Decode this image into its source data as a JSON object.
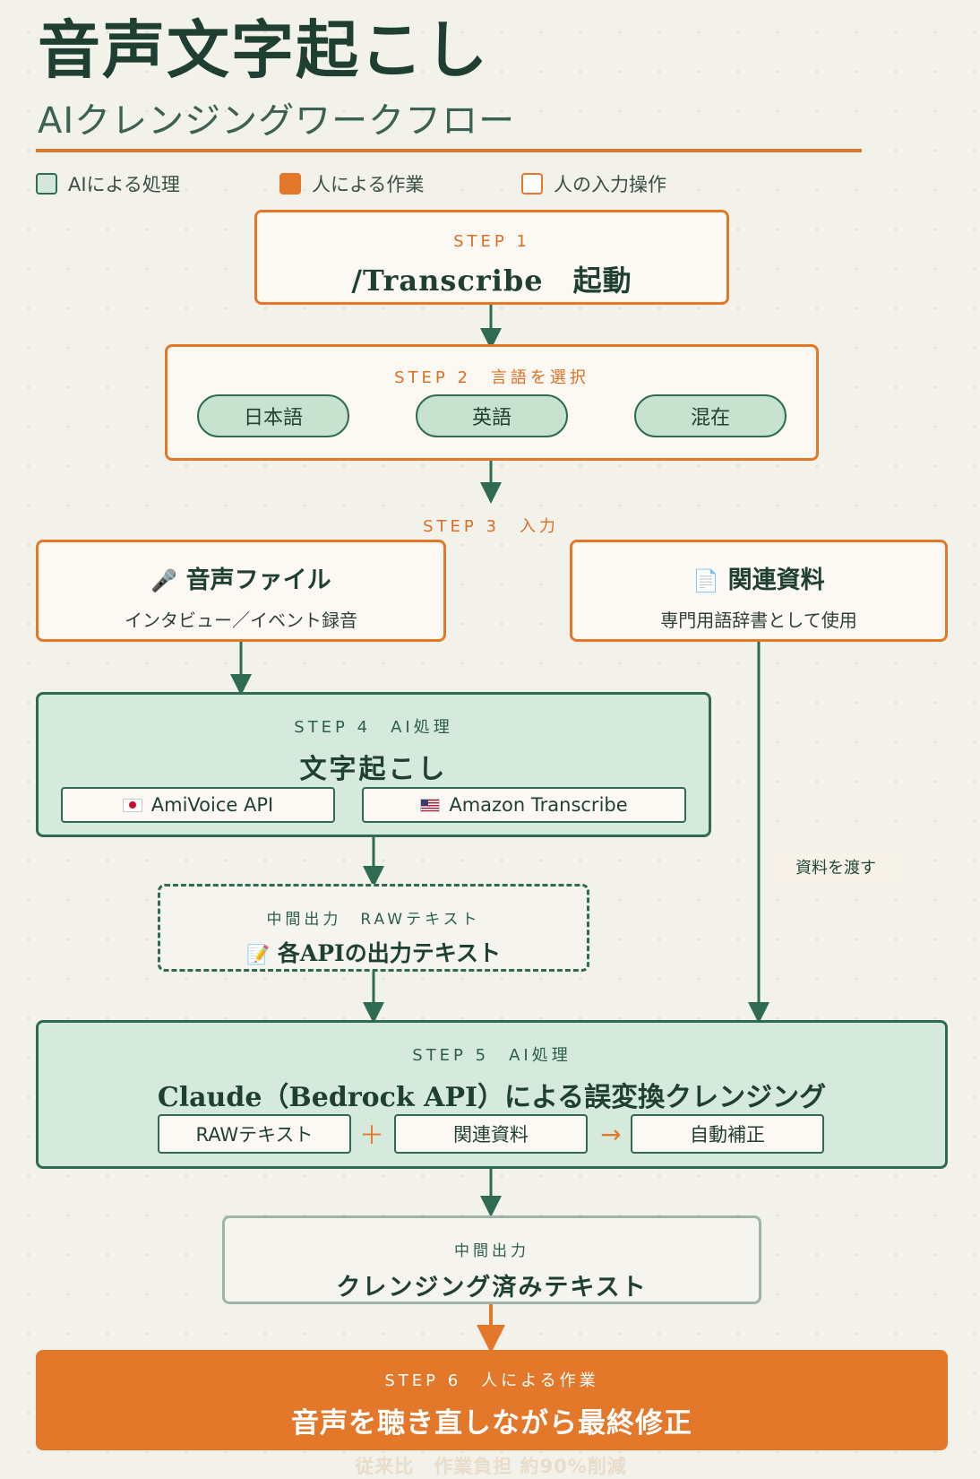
{
  "header": {
    "title": "音声文字起こし",
    "subtitle": "AIクレンジングワークフロー"
  },
  "legend": {
    "ai": "AIによる処理",
    "human": "人による作業",
    "input_op": "人の入力操作"
  },
  "colors": {
    "green": "#2f6b52",
    "orange": "#e3782b",
    "green_fill": "#d5eadc",
    "cream": "#fcf9f4"
  },
  "step1": {
    "label": "STEP 1",
    "title": "/Transcribe　起動"
  },
  "step2": {
    "label": "STEP 2　言語を選択",
    "options": [
      "日本語",
      "英語",
      "混在"
    ]
  },
  "step3": {
    "label": "STEP 3　入力",
    "audio": {
      "icon": "microphone-icon",
      "glyph": "🎤",
      "title": "音声ファイル",
      "desc": "インタビュー／イベント録音"
    },
    "docs": {
      "icon": "document-icon",
      "glyph": "📄",
      "title": "関連資料",
      "desc": "専門用語辞書として使用"
    }
  },
  "step4": {
    "label": "STEP 4　AI処理",
    "title": "文字起こし",
    "apis": [
      "AmiVoice API",
      "Amazon Transcribe"
    ]
  },
  "raw": {
    "label": "中間出力　RAWテキスト",
    "icon": "memo-icon",
    "glyph": "📝",
    "title": "各APIの出力テキスト"
  },
  "pass_label": "資料を渡す",
  "step5": {
    "label": "STEP 5　AI処理",
    "title": "Claude（Bedrock API）による誤変換クレンジング",
    "chips": [
      "RAWテキスト",
      "関連資料",
      "自動補正"
    ],
    "plus": "＋",
    "arrow": "→"
  },
  "cleansed": {
    "label": "中間出力",
    "title": "クレンジング済みテキスト"
  },
  "step6": {
    "label": "STEP 6　人による作業",
    "title": "音声を聴き直しながら最終修正",
    "note": "従来比　作業負担 約90%削減"
  }
}
